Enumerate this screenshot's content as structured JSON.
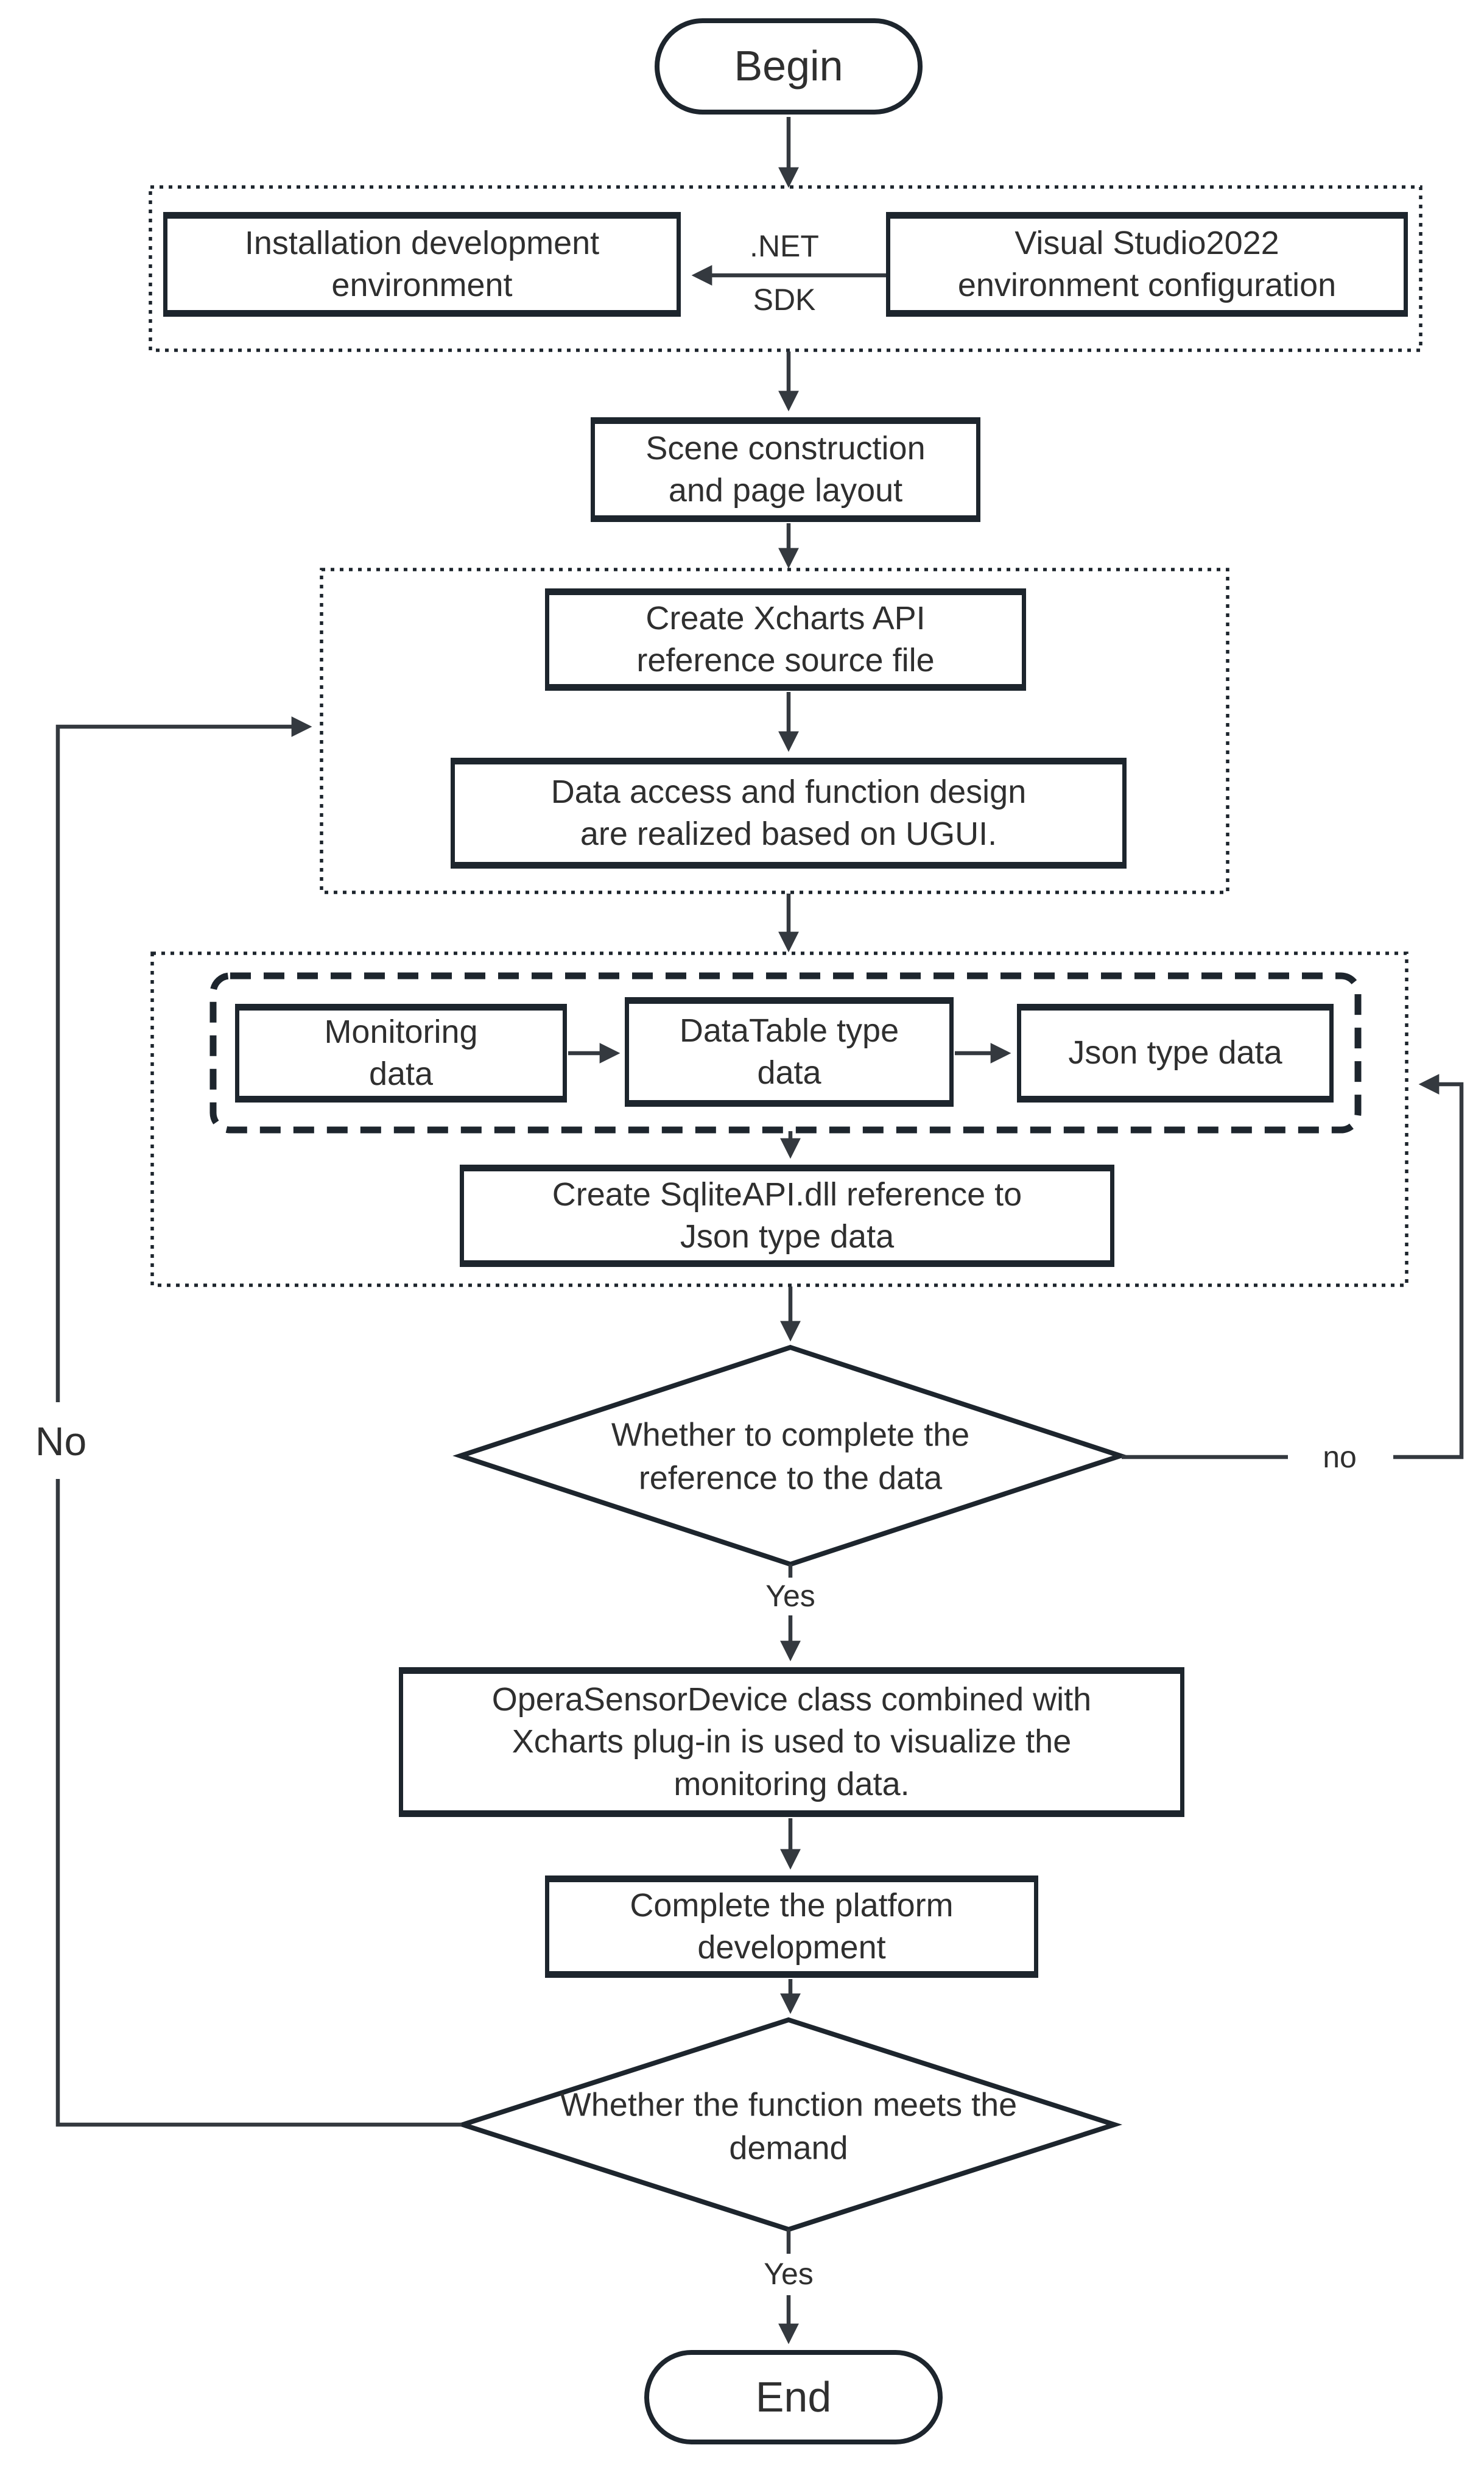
{
  "flowchart": {
    "nodes": {
      "begin": {
        "label": "Begin"
      },
      "install": {
        "label": "Installation development\nenvironment"
      },
      "vs": {
        "label": "Visual Studio2022\nenvironment configuration"
      },
      "scene": {
        "label": "Scene construction\nand page layout"
      },
      "xcharts": {
        "label": "Create Xcharts API\nreference source file"
      },
      "ugui": {
        "label": "Data access and function design\nare realized based on UGUI."
      },
      "monitoring": {
        "label": "Monitoring\ndata"
      },
      "datatable": {
        "label": "DataTable type\ndata"
      },
      "json": {
        "label": "Json type data"
      },
      "sqlite": {
        "label": "Create SqliteAPI.dll reference to\nJson type data"
      },
      "decision1": {
        "label": "Whether to complete the\nreference to the data"
      },
      "opera": {
        "label": "OperaSensorDevice class combined with\nXcharts plug-in is used to visualize the\nmonitoring data."
      },
      "complete": {
        "label": "Complete the platform\ndevelopment"
      },
      "decision2": {
        "label": "Whether the function meets the\ndemand"
      },
      "end": {
        "label": "End"
      }
    },
    "edge_labels": {
      "net_sdk_top": ".NET",
      "net_sdk_bottom": "SDK",
      "decision1_no": "no",
      "decision1_yes": "Yes",
      "decision2_no": "No",
      "decision2_yes": "Yes"
    },
    "colors": {
      "shape_border": "#1d252d",
      "connector": "#34393f",
      "text": "#2f2f2f",
      "background": "#ffffff"
    }
  }
}
